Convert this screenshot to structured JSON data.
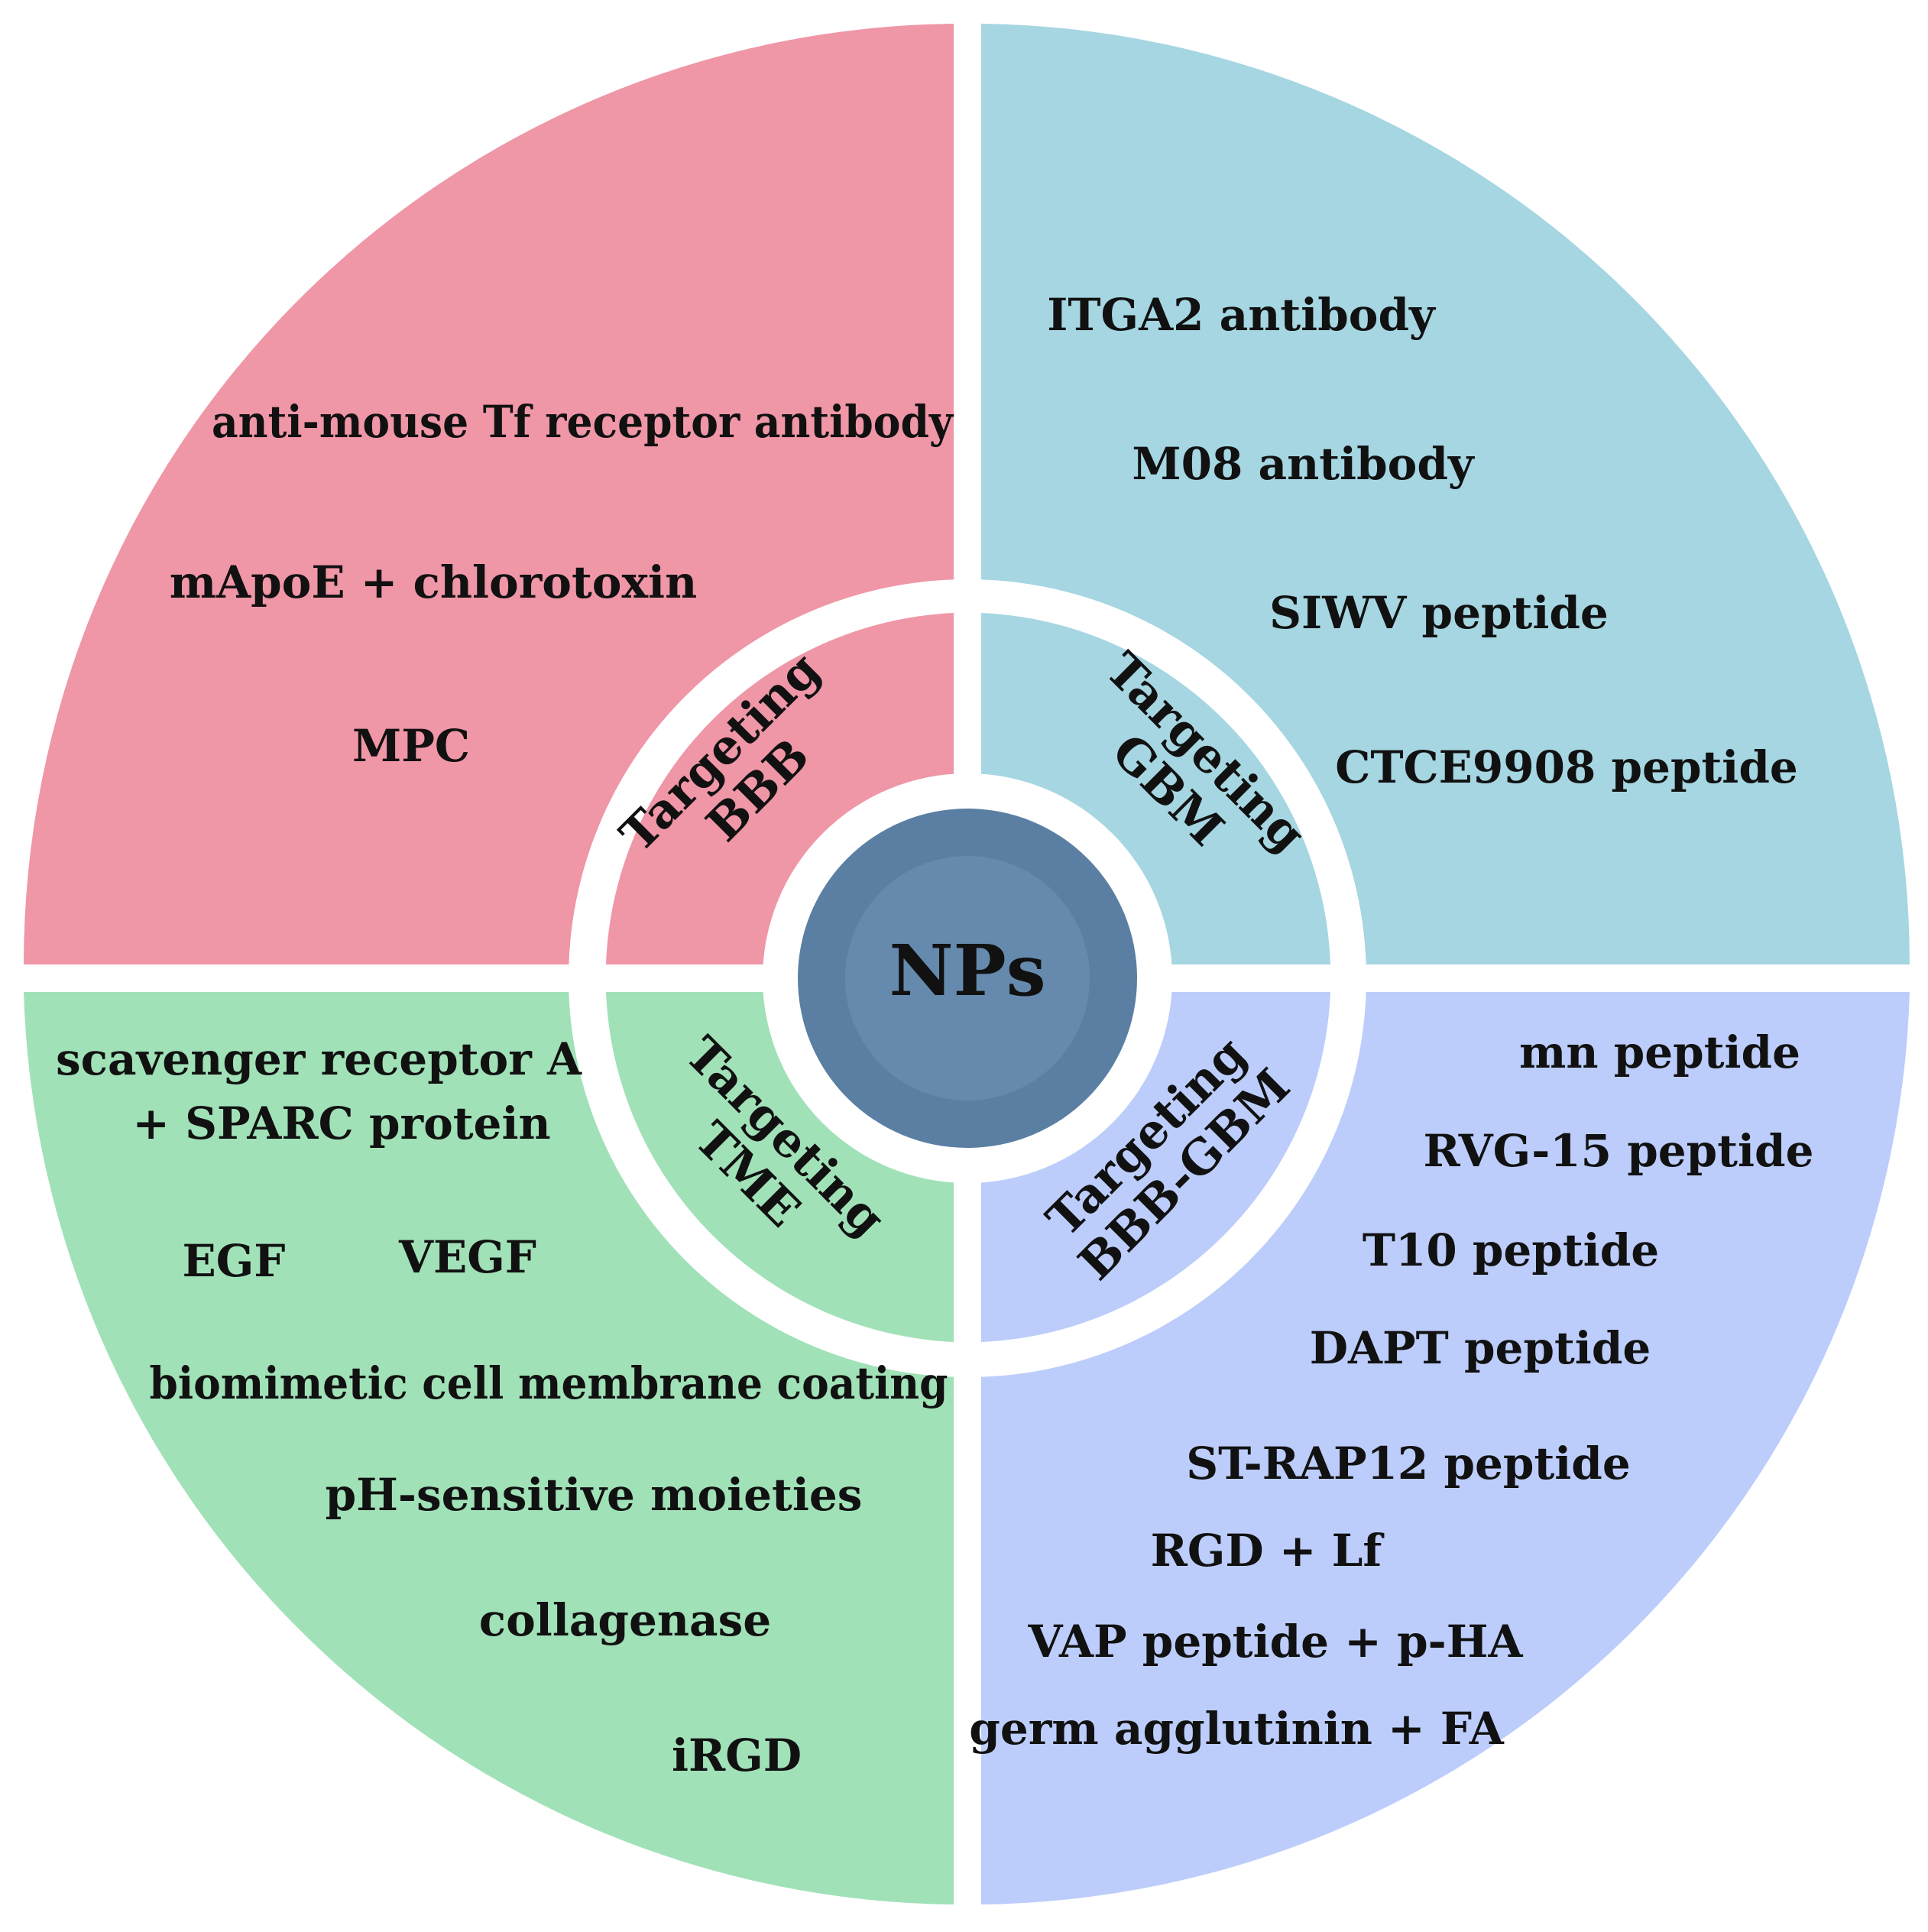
{
  "center": {
    "label": "NPs"
  },
  "quadrants": {
    "bbb": {
      "title_line1": "Targeting",
      "title_line2": "BBB",
      "items": [
        "anti-mouse Tf receptor antibody",
        "mApoE + chlorotoxin",
        "MPC"
      ]
    },
    "gbm": {
      "title_line1": "Targeting",
      "title_line2": "GBM",
      "items": [
        "ITGA2 antibody",
        "M08 antibody",
        "SIWV peptide",
        "CTCE9908 peptide"
      ]
    },
    "tme": {
      "title_line1": "Targeting",
      "title_line2": "TME",
      "items": [
        "scavenger receptor A",
        "+ SPARC protein",
        "EGF",
        "VEGF",
        "biomimetic cell membrane coating",
        "pH-sensitive moieties",
        "collagenase",
        "iRGD"
      ]
    },
    "bbb_gbm": {
      "title_line1": "Targeting",
      "title_line2": "BBB-GBM",
      "items": [
        "mn peptide",
        "RVG-15 peptide",
        "T10 peptide",
        "DAPT peptide",
        "ST-RAP12 peptide",
        "RGD + Lf",
        "VAP peptide + p-HA",
        "germ agglutinin + FA"
      ]
    }
  },
  "colors": {
    "bbb": "#ef96a7",
    "gbm": "#a5d6e2",
    "tme": "#a1e1b8",
    "bbb_gbm": "#bccdfb",
    "center": "#5a7fa3",
    "center_inner": "#6a8fb2"
  }
}
